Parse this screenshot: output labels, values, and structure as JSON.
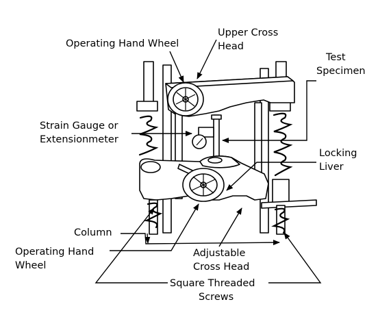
{
  "labels": {
    "operating_hand_wheel_top": "Operating Hand Wheel",
    "upper_cross_head_1": "Upper Cross",
    "upper_cross_head_2": "Head",
    "test_specimen_1": "Test",
    "test_specimen_2": "Specimen",
    "strain_gauge_1": "Strain Gauge or",
    "strain_gauge_2": "Extensionmeter",
    "locking_liver_1": "Locking",
    "locking_liver_2": "Liver",
    "column": "Column",
    "operating_hand_wheel_bottom_1": "Operating Hand",
    "operating_hand_wheel_bottom_2": "Wheel",
    "adjustable_cross_head_1": "Adjustable",
    "adjustable_cross_head_2": "Cross Head",
    "square_threaded_screws_1": "Square Threaded",
    "square_threaded_screws_2": "Screws"
  }
}
